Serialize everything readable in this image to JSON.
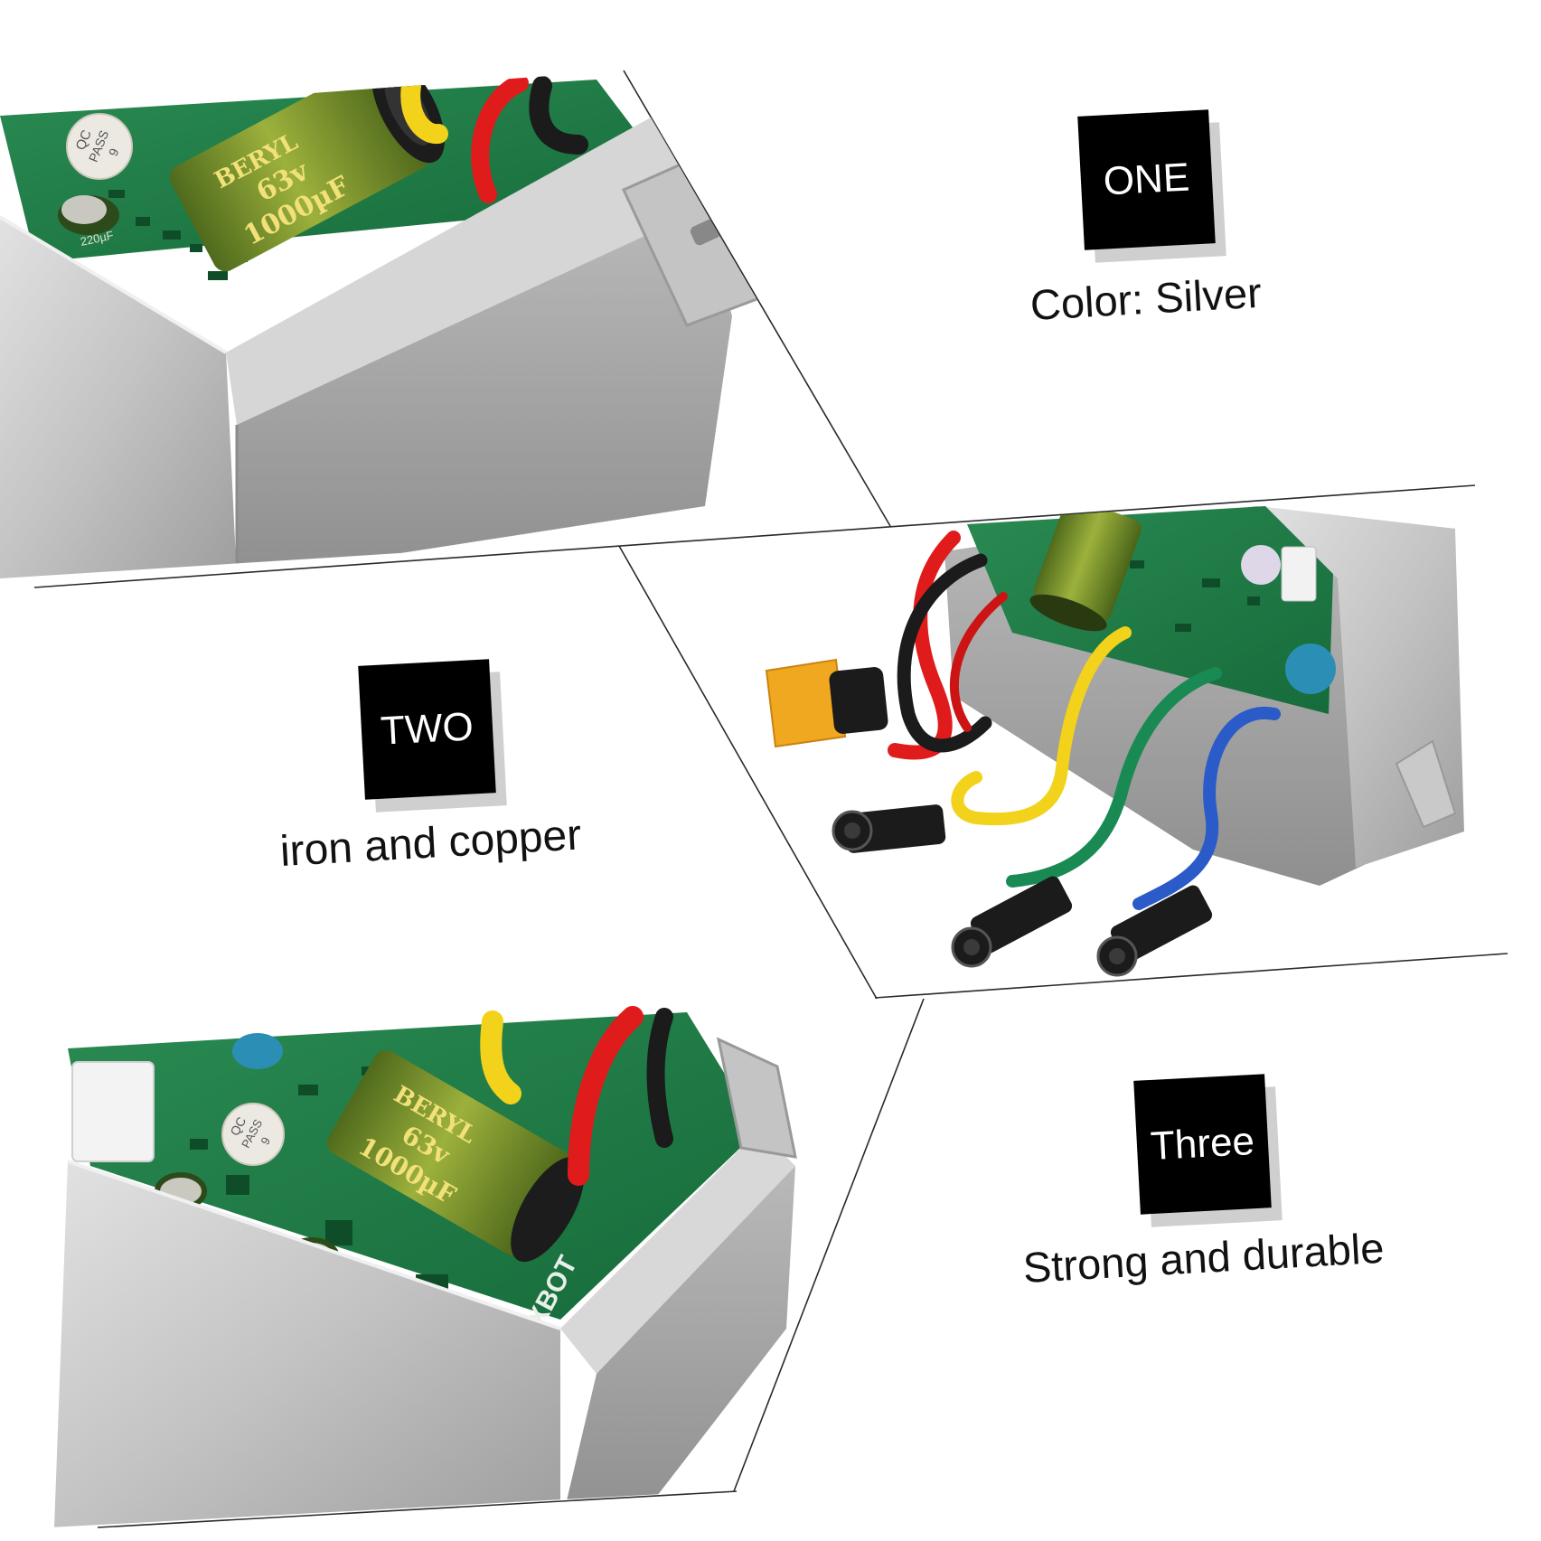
{
  "features": [
    {
      "badge": "ONE",
      "caption": "Color: Silver"
    },
    {
      "badge": "TWO",
      "caption": "iron and copper"
    },
    {
      "badge": "Three",
      "caption": "Strong and durable"
    }
  ],
  "photo_labels": {
    "qc_sticker": {
      "line1": "QC",
      "line2": "PASS",
      "line3": "9"
    },
    "capacitor": {
      "brand": "BERYL",
      "voltage": "63v",
      "capacitance": "1000µF"
    },
    "small_capacitor": "220µF",
    "board_brand": "XBOT"
  },
  "colors": {
    "badge_background": "#000000",
    "badge_text": "#ffffff",
    "caption_text": "#111111",
    "housing_silver": "#c9c9c9",
    "pcb_green": "#1f7a45",
    "capacitor_green": "#6d8b2a",
    "wire_red": "#e01b1b",
    "wire_yellow": "#f2d21b",
    "wire_green": "#1a8a55",
    "wire_blue": "#2a5bc9",
    "connector_yellow": "#f0a820"
  }
}
